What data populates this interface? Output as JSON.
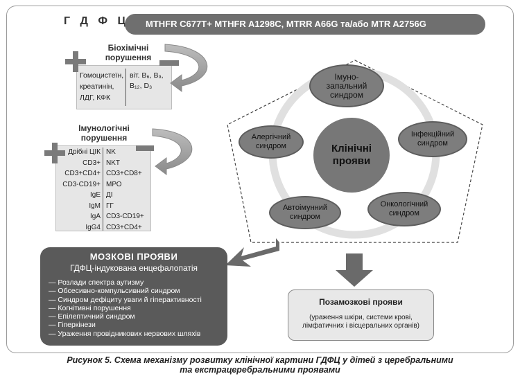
{
  "header": {
    "abbr": "Г Д Ф Ц",
    "genes": "MTHFR C677T+ MTHFR A1298C, MTRR A66G та/або MTR A2756G"
  },
  "biochem": {
    "title_line1": "Біохімічні",
    "title_line2": "порушення",
    "left": [
      "Гомоцистеїн,",
      "креатинін,",
      "ЛДГ, КФК"
    ],
    "right_line1": "віт. B₆, B₉,",
    "right_line2": "B₁₂, D₃"
  },
  "immuno": {
    "title_line1": "Імунологічні",
    "title_line2": "порушення",
    "left": [
      "Дрібні ЦІК",
      "CD3+",
      "CD3+CD4+",
      "CD3-CD19+",
      "IgE",
      "IgM",
      "IgA",
      "IgG4"
    ],
    "right": [
      "NK",
      "NKT",
      "CD3+CD8+",
      "МРО",
      "ДІ",
      "ГГ",
      "CD3-CD19+",
      "CD3+CD4+"
    ]
  },
  "clinical": {
    "center_line1": "Клінічні",
    "center_line2": "прояви",
    "immuno_line1": "Імуно-",
    "immuno_line2": "запальний",
    "immuno_line3": "синдром",
    "allergic_line1": "Алергічний",
    "allergic_line2": "синдром",
    "infectious_line1": "Інфекційний",
    "infectious_line2": "синдром",
    "autoimmune_line1": "Автоімунний",
    "autoimmune_line2": "синдром",
    "oncologic_line1": "Онкологічний",
    "oncologic_line2": "синдром"
  },
  "brain": {
    "title": "МОЗКОВІ ПРОЯВИ",
    "subtitle": "ГДФЦ-індукована енцефалопатія",
    "items": [
      "Розлади спектра аутизму",
      "Обсесивно-компульсивний синдром",
      "Синдром дефіциту уваги й гіперактивності",
      "Когнітивні порушення",
      "Епілептичний синдром",
      "Гіперкінези",
      "Ураження провідникових нервових шляхів"
    ]
  },
  "extra": {
    "title": "Позамозкові прояви",
    "desc_line1": "(ураження шкіри, системи крові,",
    "desc_line2": "лімфатичних і вісцеральних органів)"
  },
  "caption": {
    "line1": "Рисунок 5. Схема механізму розвитку клінічної картини ГДФЦ у дітей з церебральними",
    "line2": "та екстрацеребральними проявами"
  },
  "colors": {
    "dark_gray": "#5a5a5a",
    "mid_gray": "#7d7d7d",
    "light_gray": "#e6e6e6"
  }
}
